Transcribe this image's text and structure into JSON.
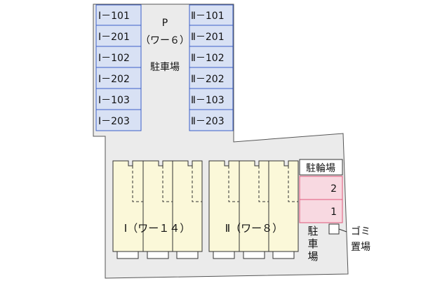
{
  "parking": {
    "label_p": "P",
    "label_code": "（ワー６）",
    "label_name": "駐車場",
    "left_spaces": [
      "Ⅰ－101",
      "Ⅰ－201",
      "Ⅰ－102",
      "Ⅰ－202",
      "Ⅰ－103",
      "Ⅰ－203"
    ],
    "right_spaces": [
      "Ⅱ－101",
      "Ⅱ－201",
      "Ⅱ－102",
      "Ⅱ－202",
      "Ⅱ－103",
      "Ⅱ－203"
    ]
  },
  "buildings": {
    "building1": "Ⅰ（ワー１４）",
    "building2": "Ⅱ（ワー８）"
  },
  "bicycle": {
    "title": "駐輪場",
    "slots": [
      "2",
      "1"
    ]
  },
  "parking_small": {
    "line1": "駐",
    "line2": "車",
    "line3": "場"
  },
  "garbage": {
    "line1": "ゴミ",
    "line2": "置場"
  },
  "colors": {
    "lot": "#ebebeb",
    "parking_space": "#d8e1f4",
    "parking_border": "#3b5fc8",
    "building": "#fbf8d9",
    "bicycle_slot": "#f8d9e1",
    "bicycle_border": "#e0577a"
  }
}
